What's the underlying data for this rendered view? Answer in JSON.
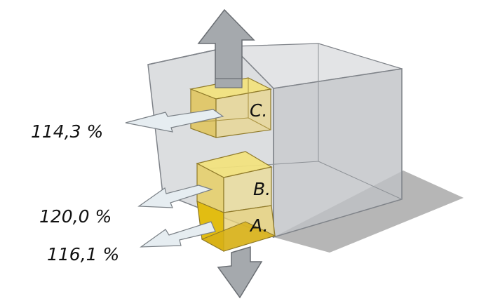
{
  "boxes": [
    {
      "letter": "C.",
      "value": "114,3 %"
    },
    {
      "letter": "B.",
      "value": "120,0 %"
    },
    {
      "letter": "A.",
      "value": "116,1 %"
    }
  ],
  "colors": {
    "container_face": "#c9ccd0",
    "container_edge": "#7f8389",
    "shadow": "#a9a9a9",
    "box_light": "#f3e27a",
    "box_mid": "#e0c560",
    "box_dark": "#c7a443",
    "box_a_front": "#e2bd12",
    "box_edge": "#8f7a2a",
    "arrow_gray": "#a5a9ad",
    "arrow_pale": "#e6edf1"
  },
  "icons": {
    "up": "arrow-up-icon",
    "down": "arrow-down-icon",
    "pointer": "leader-arrow-icon"
  }
}
